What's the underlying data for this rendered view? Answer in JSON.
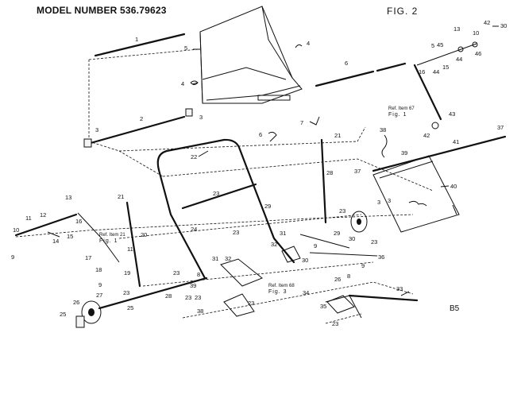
{
  "header": {
    "model_number": "MODEL NUMBER 536.79623",
    "figure": "FIG. 2",
    "page_code": "B5"
  },
  "references": [
    {
      "line1": "Ref. Item 67",
      "line2": "Fig. 1"
    },
    {
      "line1": "Ref. Item 21",
      "line2": "Fig. 1"
    },
    {
      "line1": "Ref. Item 68",
      "line2": "Fig. 3"
    }
  ],
  "callouts": [
    {
      "n": "1"
    },
    {
      "n": "2"
    },
    {
      "n": "3"
    },
    {
      "n": "3"
    },
    {
      "n": "4"
    },
    {
      "n": "4"
    },
    {
      "n": "5"
    },
    {
      "n": "6"
    },
    {
      "n": "6"
    },
    {
      "n": "7"
    },
    {
      "n": "21"
    },
    {
      "n": "22"
    },
    {
      "n": "23"
    },
    {
      "n": "21"
    },
    {
      "n": "13"
    },
    {
      "n": "11"
    },
    {
      "n": "12"
    },
    {
      "n": "10"
    },
    {
      "n": "9"
    },
    {
      "n": "14"
    },
    {
      "n": "15"
    },
    {
      "n": "16"
    },
    {
      "n": "17"
    },
    {
      "n": "18"
    },
    {
      "n": "19"
    },
    {
      "n": "11"
    },
    {
      "n": "20"
    },
    {
      "n": "24"
    },
    {
      "n": "23"
    },
    {
      "n": "9"
    },
    {
      "n": "27"
    },
    {
      "n": "23"
    },
    {
      "n": "26"
    },
    {
      "n": "25"
    },
    {
      "n": "25"
    },
    {
      "n": "28"
    },
    {
      "n": "23"
    },
    {
      "n": "8"
    },
    {
      "n": "39"
    },
    {
      "n": "31"
    },
    {
      "n": "32"
    },
    {
      "n": "23"
    },
    {
      "n": "23"
    },
    {
      "n": "38"
    },
    {
      "n": "23"
    },
    {
      "n": "29"
    },
    {
      "n": "28"
    },
    {
      "n": "23"
    },
    {
      "n": "3"
    },
    {
      "n": "37"
    },
    {
      "n": "31"
    },
    {
      "n": "32"
    },
    {
      "n": "30"
    },
    {
      "n": "9"
    },
    {
      "n": "29"
    },
    {
      "n": "30"
    },
    {
      "n": "23"
    },
    {
      "n": "36"
    },
    {
      "n": "9"
    },
    {
      "n": "33"
    },
    {
      "n": "26"
    },
    {
      "n": "34"
    },
    {
      "n": "35"
    },
    {
      "n": "23"
    },
    {
      "n": "8"
    },
    {
      "n": "40"
    },
    {
      "n": "41"
    },
    {
      "n": "37"
    },
    {
      "n": "38"
    },
    {
      "n": "39"
    },
    {
      "n": "42"
    },
    {
      "n": "43"
    },
    {
      "n": "13"
    },
    {
      "n": "10"
    },
    {
      "n": "42"
    },
    {
      "n": "30"
    },
    {
      "n": "45"
    },
    {
      "n": "46"
    },
    {
      "n": "44"
    },
    {
      "n": "16"
    },
    {
      "n": "44"
    },
    {
      "n": "15"
    },
    {
      "n": "5"
    },
    {
      "n": "3"
    }
  ]
}
